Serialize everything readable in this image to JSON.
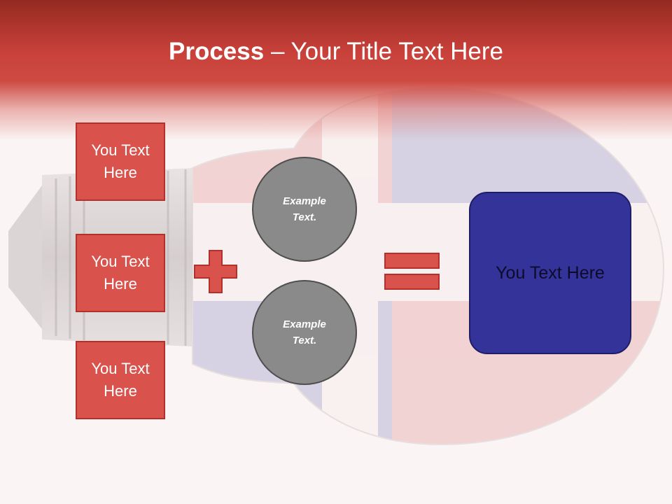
{
  "slide": {
    "title_bold": "Process",
    "title_rest": " – Your Title Text Here",
    "colors": {
      "header_dark": "#942a22",
      "header_red": "#c9413a",
      "box_red": "#d9534c",
      "box_border": "#b4302a",
      "circle_gray": "#8a8a8a",
      "result_blue": "#343399",
      "background": "#fbf4f4"
    }
  },
  "left_boxes": [
    {
      "label": "You Text Here"
    },
    {
      "label": "You Text Here"
    },
    {
      "label": "You Text Here"
    }
  ],
  "circles": [
    {
      "label": "Example Text."
    },
    {
      "label": "Example Text."
    }
  ],
  "operators": {
    "plus": "plus-icon",
    "equals": "equals-icon"
  },
  "result": {
    "label": "You Text Here"
  }
}
